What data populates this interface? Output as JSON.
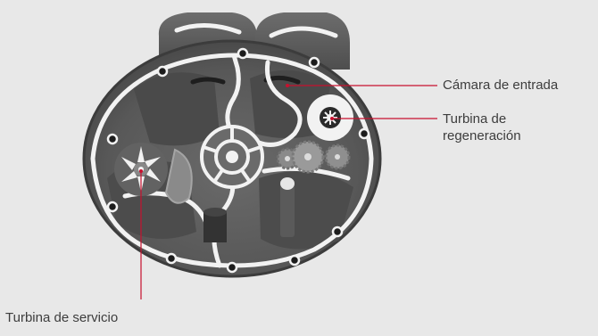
{
  "labels": {
    "entrada": "Cámara de entrada",
    "regeneracion_line1": "Turbina de",
    "regeneracion_line2": "regeneración",
    "servicio": "Turbina de servicio"
  },
  "colors": {
    "background": "#e8e8e8",
    "leader_line": "#c8102e",
    "text": "#3d3d3d",
    "housing": "#595959",
    "channels": "#f2f2f2"
  },
  "icons": {
    "diagram": "water-softener-valve-cutaway"
  }
}
